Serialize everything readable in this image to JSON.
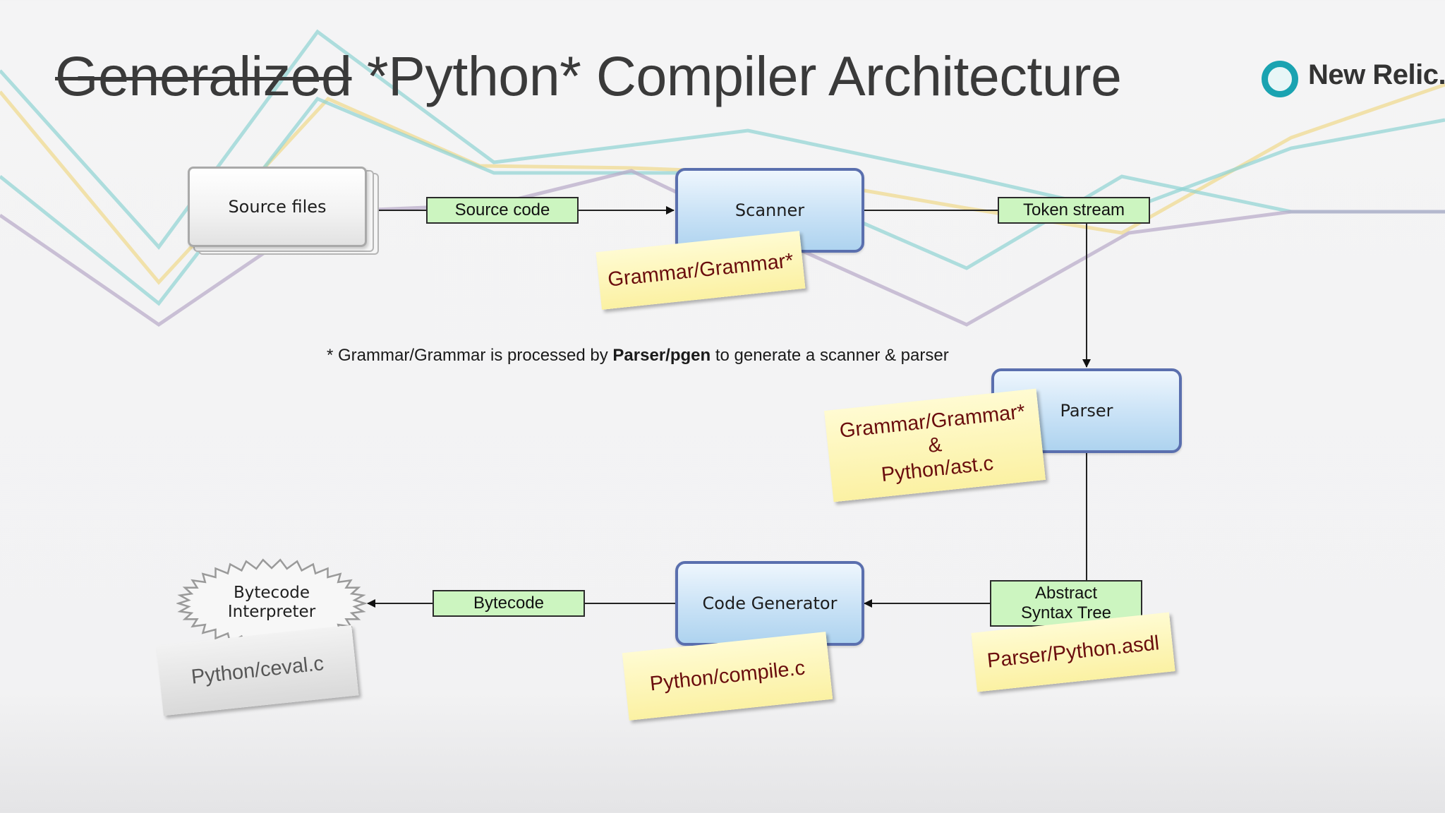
{
  "slide": {
    "title_struck": "Generalized",
    "title_rest": " *Python* Compiler Architecture",
    "logo_text": "New Relic.",
    "logo_color": "#1aa3b1"
  },
  "nodes": {
    "source_files": "Source files",
    "scanner": "Scanner",
    "parser": "Parser",
    "code_generator": "Code Generator",
    "bytecode_interpreter": [
      "Bytecode",
      "Interpreter"
    ]
  },
  "edge_labels": {
    "source_code": "Source code",
    "token_stream": "Token stream",
    "abstract_syntax_tree": [
      "Abstract",
      "Syntax Tree"
    ],
    "bytecode": "Bytecode"
  },
  "notes": {
    "scanner_note": "Grammar/Grammar*",
    "parser_note": [
      "Grammar/Grammar*",
      "&",
      "Python/ast.c"
    ],
    "ast_note": "Parser/Python.asdl",
    "codegen_note": "Python/compile.c",
    "interpreter_note": "Python/ceval.c"
  },
  "footnote": {
    "prefix": "* Grammar/Grammar is processed by ",
    "bold": "Parser/pgen",
    "suffix": " to generate a scanner & parser"
  },
  "colors": {
    "node_border": "#5a6fae",
    "label_fill": "#ccf5c0",
    "sticky_fill": "#fbf1a3",
    "sticky_text": "#6a0d0d",
    "bg_teal": "#8fd3d3",
    "bg_yellow": "#f0d98a",
    "bg_purple": "#b6a8c8"
  }
}
